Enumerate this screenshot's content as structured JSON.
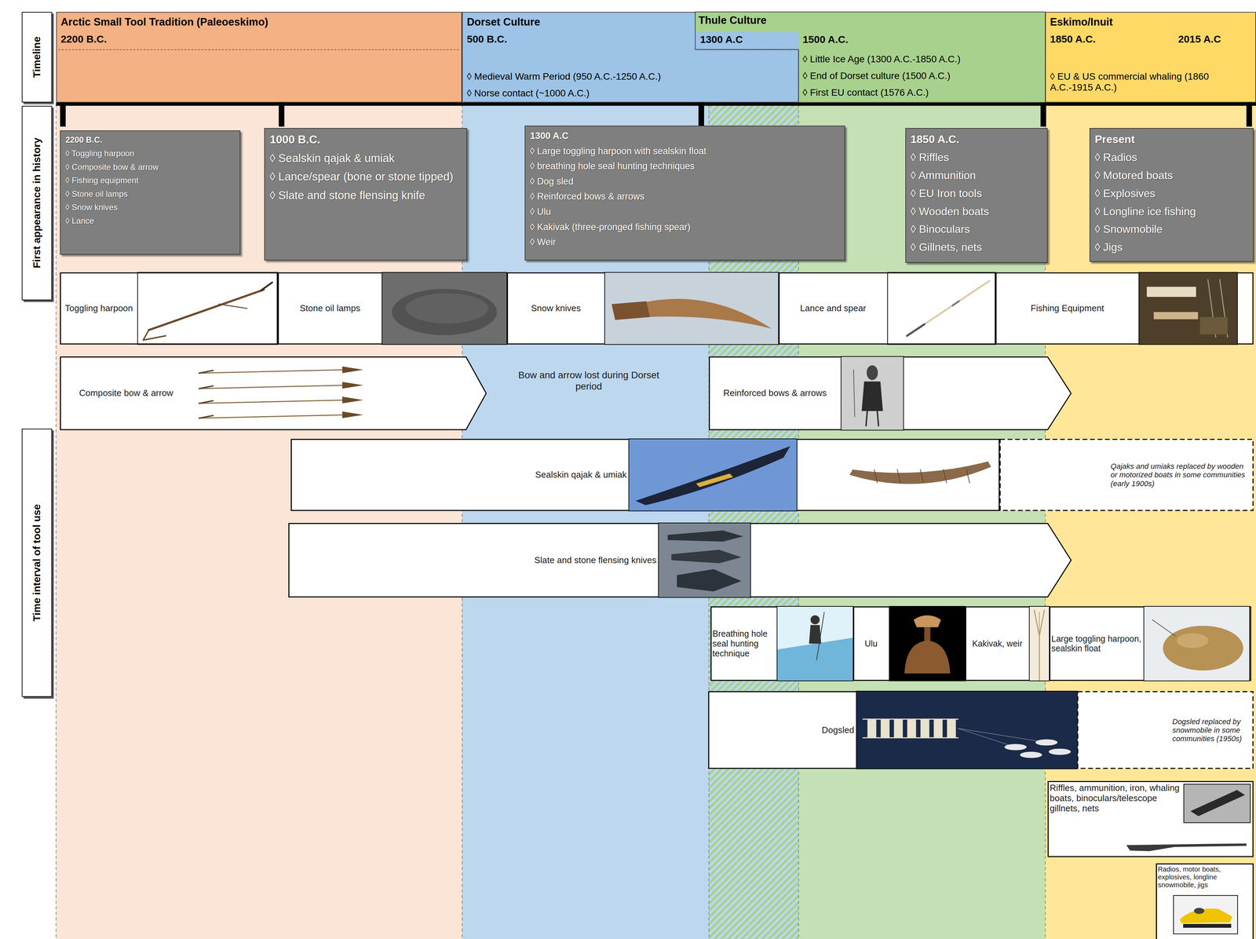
{
  "diagram": {
    "nodes": [
      {
        "text": [
          "Timeline"
        ]
      },
      {
        "text": [
          "Arctic Small Tool Tradition (Paleoeskimo)",
          "2200 B.C."
        ]
      },
      {
        "text": [
          "Dorset Culture",
          "500 B.C.",
          "◊ Medieval Warm Period (950 A.C.-1250 A.C.)",
          "◊ Norse contact (~1000 A.C.)"
        ]
      },
      {
        "text": [
          "Thule Culture",
          "1300 A.C",
          "1500 A.C.",
          "◊ Little Ice Age (1300 A.C.-1850 A.C.)",
          "◊ End of Dorset culture (1500 A.C.)",
          "◊ First EU contact (1576 A.C.)"
        ]
      },
      {
        "text": [
          "Eskimo/Inuit",
          "1850 A.C.",
          "2015 A.C",
          "◊ EU & US commercial whaling (1860 A.C.-1915 A.C.)"
        ]
      },
      {
        "text": [
          "First appearance in history"
        ]
      },
      {
        "text": [
          "2200 B.C.",
          "◊ Toggling harpoon",
          "◊ Composite bow & arrow",
          "◊ Fishing equipment",
          "◊ Stone oil lamps",
          "◊ Snow knives",
          "◊ Lance"
        ]
      },
      {
        "text": [
          "1000 B.C.",
          "◊ Sealskin qajak & umiak",
          "◊ Lance/spear (bone or stone tipped)",
          "◊ Slate and stone flensing knife"
        ]
      },
      {
        "text": [
          "1300 A.C",
          "◊ Large toggling harpoon with sealskin float",
          "◊ breathing hole seal hunting techniques",
          "◊ Dog sled",
          "◊ Reinforced bows & arrows",
          "◊ Ulu",
          "◊ Kakivak (three-pronged fishing spear)",
          "◊ Weir"
        ]
      },
      {
        "text": [
          "1850 A.C.",
          "◊ Riffles",
          "◊ Ammunition",
          "◊ EU Iron tools",
          "◊ Wooden boats",
          "◊ Binoculars",
          "◊ Gillnets, nets"
        ]
      },
      {
        "text": [
          "Present",
          "◊ Radios",
          "◊ Motored boats",
          "◊ Explosives",
          "◊ Longline ice fishing",
          "◊ Snowmobile",
          "◊ Jigs"
        ]
      },
      {
        "text": [
          "Time interval of tool use"
        ]
      },
      {
        "text": [
          "Toggling harpoon"
        ]
      },
      {
        "text": [
          "Stone oil lamps"
        ]
      },
      {
        "text": [
          "Snow knives"
        ]
      },
      {
        "text": [
          "Lance and spear"
        ]
      },
      {
        "text": [
          "Fishing Equipment"
        ]
      },
      {
        "text": [
          "Composite bow & arrow"
        ]
      },
      {
        "text": [
          "Reinforced bows & arrows"
        ]
      },
      {
        "text": [
          "Sealskin qajak & umiak"
        ]
      },
      {
        "text": [
          "Qajaks and umiaks replaced by wooden or motorized boats in some communities (early 1900s)"
        ]
      },
      {
        "text": [
          "Slate and stone flensing knives"
        ]
      },
      {
        "text": [
          "Breathing hole seal hunting technique"
        ]
      },
      {
        "text": [
          "Ulu"
        ]
      },
      {
        "text": [
          "Kakivak, weir"
        ]
      },
      {
        "text": [
          "Large toggling harpoon, sealskin float"
        ]
      },
      {
        "text": [
          "Dogsled"
        ]
      },
      {
        "text": [
          "Dogsled replaced by snowmobile in some communities (1950s)"
        ]
      },
      {
        "text": [
          "Riffles, ammunition, iron, whaling boats, binoculars/telescope gillnets, nets"
        ]
      },
      {
        "text": [
          "Radios, motor boats, explosives, longline snowmobile, jigs"
        ]
      }
    ],
    "labels": [
      "Bow and arrow lost during Dorset period"
    ]
  }
}
